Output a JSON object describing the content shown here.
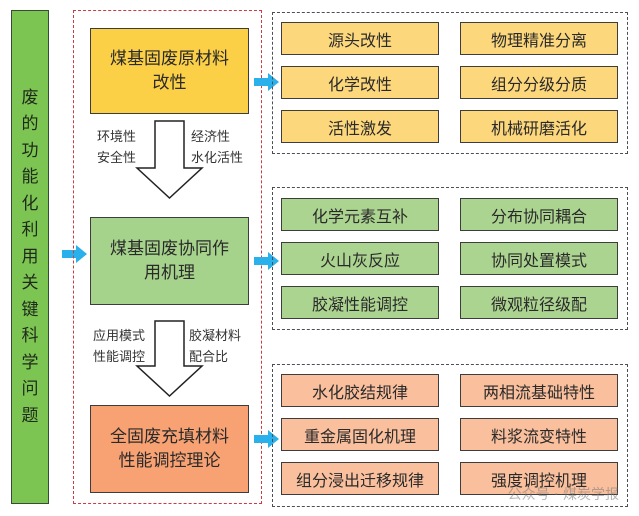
{
  "title_vertical": "废的功能化利用关键科学问题",
  "title_chars": [
    "废",
    "的",
    "功",
    "能",
    "化",
    "利",
    "用",
    "关",
    "键",
    "科",
    "学",
    "问",
    "题"
  ],
  "colors": {
    "left_bar": "#7cc552",
    "stage1": "#fbcf46",
    "stage2": "#a6d38b",
    "stage3": "#f8a273",
    "stage1_item": "#fcd77c",
    "stage2_item": "#acd491",
    "stage3_item": "#fac09d",
    "arrow_blue": "#2ab0ea",
    "red_dash": "#cc3a42",
    "gray_dash": "#4a4f56"
  },
  "stages": [
    {
      "title_line1": "煤基固废原材料",
      "title_line2": "改性",
      "items": [
        "源头改性",
        "物理精准分离",
        "化学改性",
        "组分分级分质",
        "活性激发",
        "机械研磨活化"
      ]
    },
    {
      "title_line1": "煤基固废协同作",
      "title_line2": "用机理",
      "items": [
        "化学元素互补",
        "分布协同耦合",
        "火山灰反应",
        "协同处置模式",
        "胶凝性能调控",
        "微观粒径级配"
      ]
    },
    {
      "title_line1": "全固废充填材料",
      "title_line2": "性能调控理论",
      "items": [
        "水化胶结规律",
        "两相流基础特性",
        "重金属固化机理",
        "料浆流变特性",
        "组分浸出迁移规律",
        "强度调控机理"
      ]
    }
  ],
  "transitions": [
    {
      "left": [
        "环境性",
        "安全性"
      ],
      "right": [
        "经济性",
        "水化活性"
      ]
    },
    {
      "left": [
        "应用模式",
        "性能调控"
      ],
      "right": [
        "胶凝材料",
        "配合比"
      ]
    }
  ],
  "watermark": "公众号 · 煤炭学报"
}
